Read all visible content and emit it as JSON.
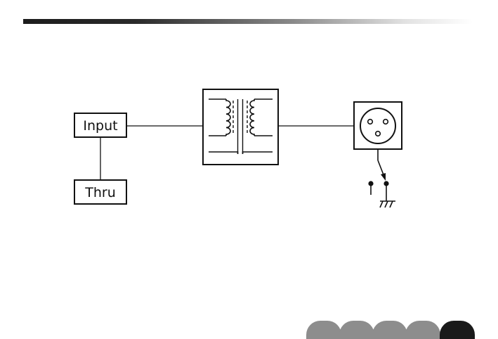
{
  "diagram": {
    "input_label": "Input",
    "thru_label": "Thru"
  },
  "icons": {
    "transformer": "transformer-icon",
    "xlr_connector": "xlr-connector-icon",
    "ground_switch": "ground-lift-switch-icon"
  },
  "colors": {
    "line": "#111111",
    "header_dark": "#1c1c1c",
    "tab_inactive": "#8d8d8d",
    "tab_active": "#1a1a1a"
  },
  "nav": {
    "tab_count": 5,
    "active_tab": 5
  }
}
